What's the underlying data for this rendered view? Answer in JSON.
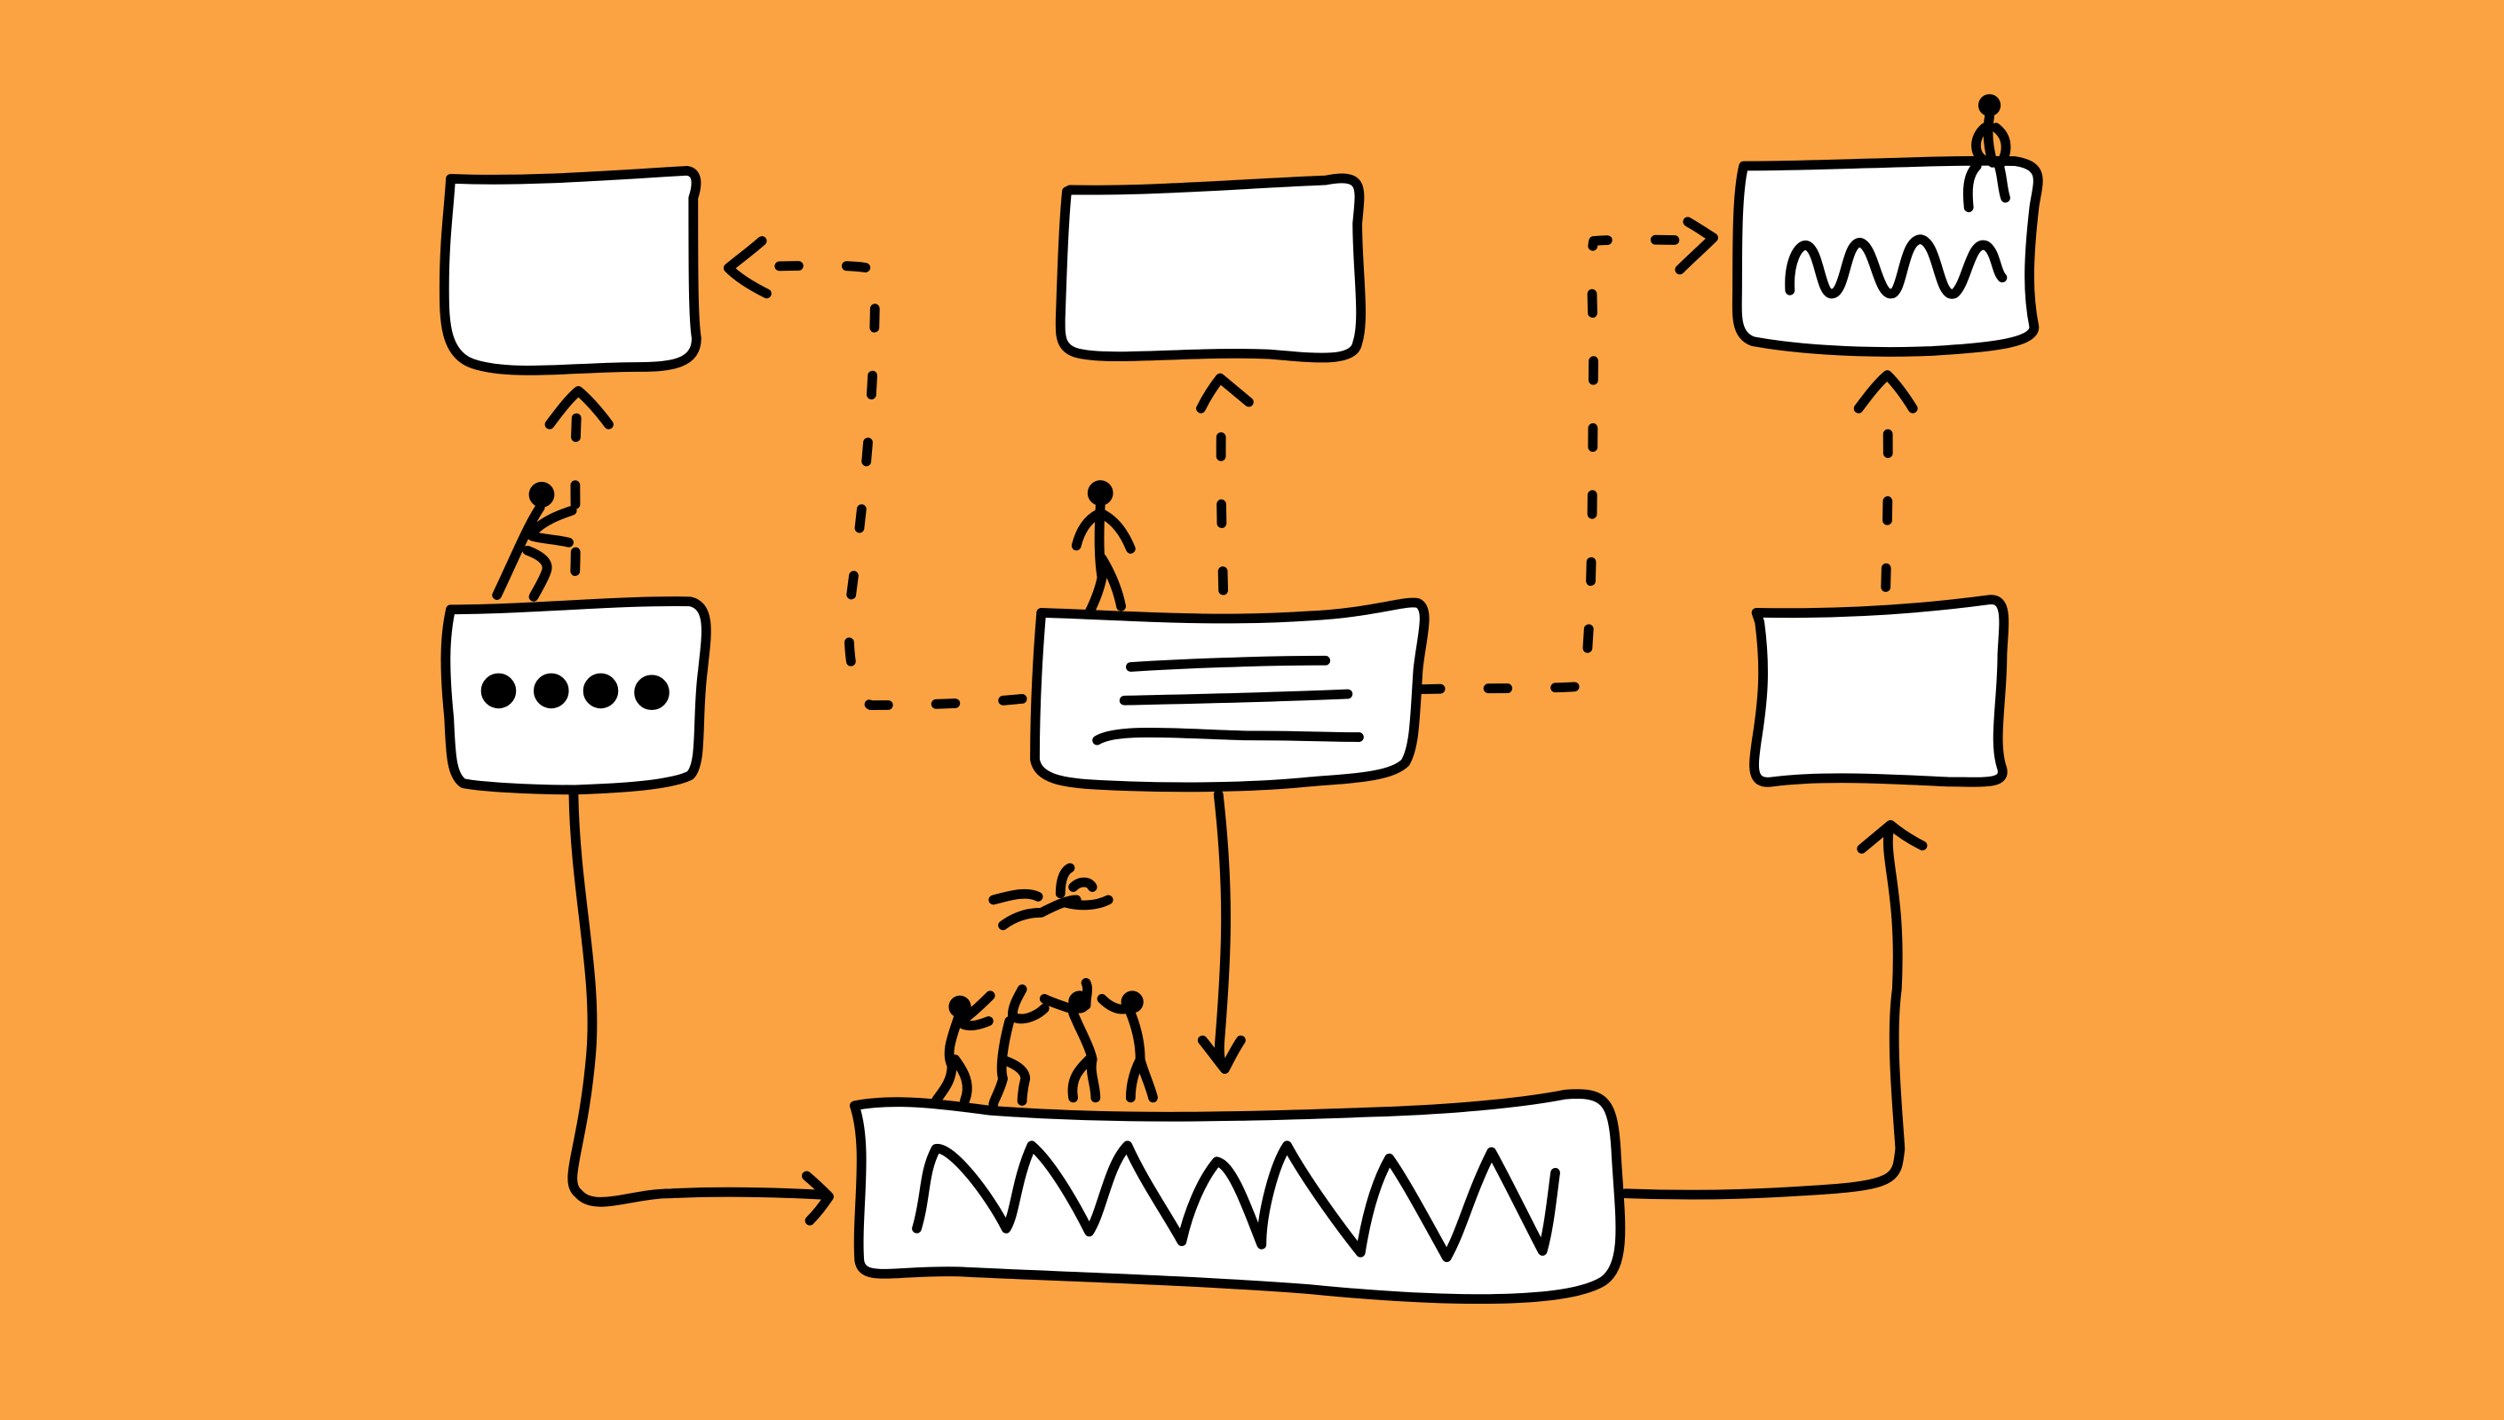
{
  "colors": {
    "background": "#FBA342",
    "ink": "#000000",
    "box_fill": "#FFFFFF"
  },
  "diagram": {
    "nodes": [
      {
        "id": "top-left",
        "content": "empty"
      },
      {
        "id": "top-middle",
        "content": "empty"
      },
      {
        "id": "top-right",
        "content": "wave"
      },
      {
        "id": "middle-left",
        "content": "dots"
      },
      {
        "id": "middle-center",
        "content": "lines"
      },
      {
        "id": "middle-right",
        "content": "empty"
      },
      {
        "id": "bottom",
        "content": "wave"
      }
    ],
    "edges": [
      {
        "from": "middle-left",
        "to": "top-left",
        "style": "dashed"
      },
      {
        "from": "middle-center",
        "to": "top-left",
        "style": "dashed"
      },
      {
        "from": "middle-center",
        "to": "top-middle",
        "style": "dashed"
      },
      {
        "from": "middle-center",
        "to": "top-right",
        "style": "dashed"
      },
      {
        "from": "middle-right",
        "to": "top-right",
        "style": "dashed"
      },
      {
        "from": "middle-left",
        "to": "bottom",
        "style": "solid"
      },
      {
        "from": "middle-center",
        "to": "bottom",
        "style": "solid"
      },
      {
        "from": "bottom",
        "to": "middle-right",
        "style": "solid"
      }
    ]
  }
}
